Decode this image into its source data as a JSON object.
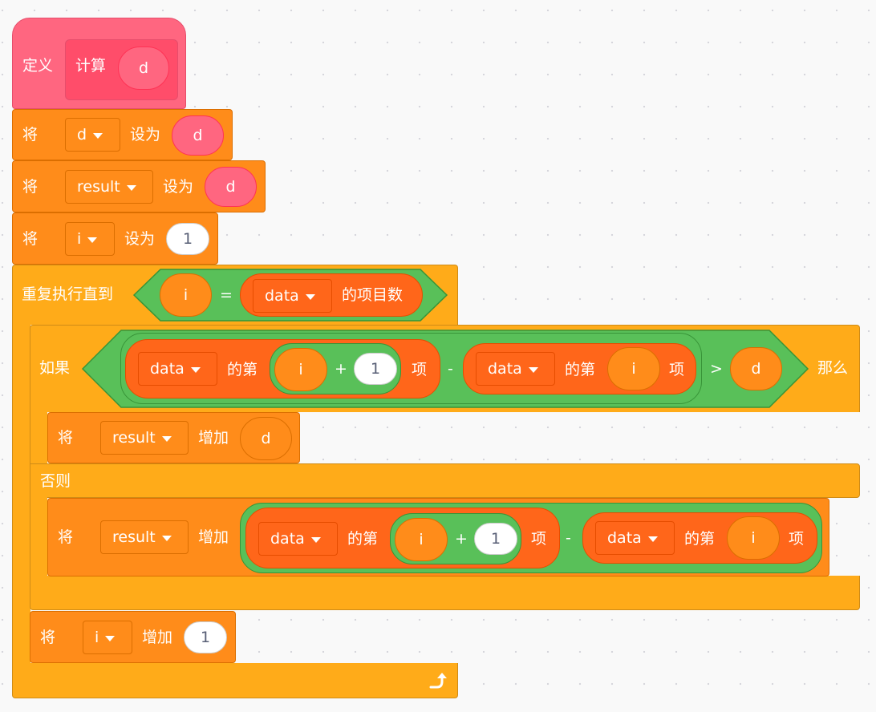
{
  "define": {
    "label": "定义",
    "name": "计算",
    "param": "d"
  },
  "set1": {
    "prefix": "将",
    "var": "d",
    "action": "设为",
    "value": "d"
  },
  "set2": {
    "prefix": "将",
    "var": "result",
    "action": "设为",
    "value": "d"
  },
  "set3": {
    "prefix": "将",
    "var": "i",
    "action": "设为",
    "value": "1"
  },
  "repeat": {
    "label": "重复执行直到",
    "lhs": "i",
    "op": "=",
    "list": "data",
    "list_suffix": "的项目数"
  },
  "if": {
    "label": "如果",
    "then": "那么",
    "list_a": "data",
    "item_of": "的第",
    "idx_a": "i",
    "plus": "+",
    "one": "1",
    "item_suffix": "项",
    "minus": "-",
    "list_b": "data",
    "idx_b": "i",
    "gt": ">",
    "rhs": "d"
  },
  "change1": {
    "prefix": "将",
    "var": "result",
    "action": "增加",
    "value": "d"
  },
  "else": {
    "label": "否则"
  },
  "change2": {
    "prefix": "将",
    "var": "result",
    "action": "增加",
    "list_a": "data",
    "item_of": "的第",
    "idx_a": "i",
    "plus": "+",
    "one": "1",
    "item_suffix": "项",
    "minus": "-",
    "list_b": "data",
    "idx_b": "i"
  },
  "change3": {
    "prefix": "将",
    "var": "i",
    "action": "增加",
    "value": "1"
  },
  "icons": {
    "loop": "loop-arrow-icon",
    "dropdown": "caret-down-icon"
  }
}
